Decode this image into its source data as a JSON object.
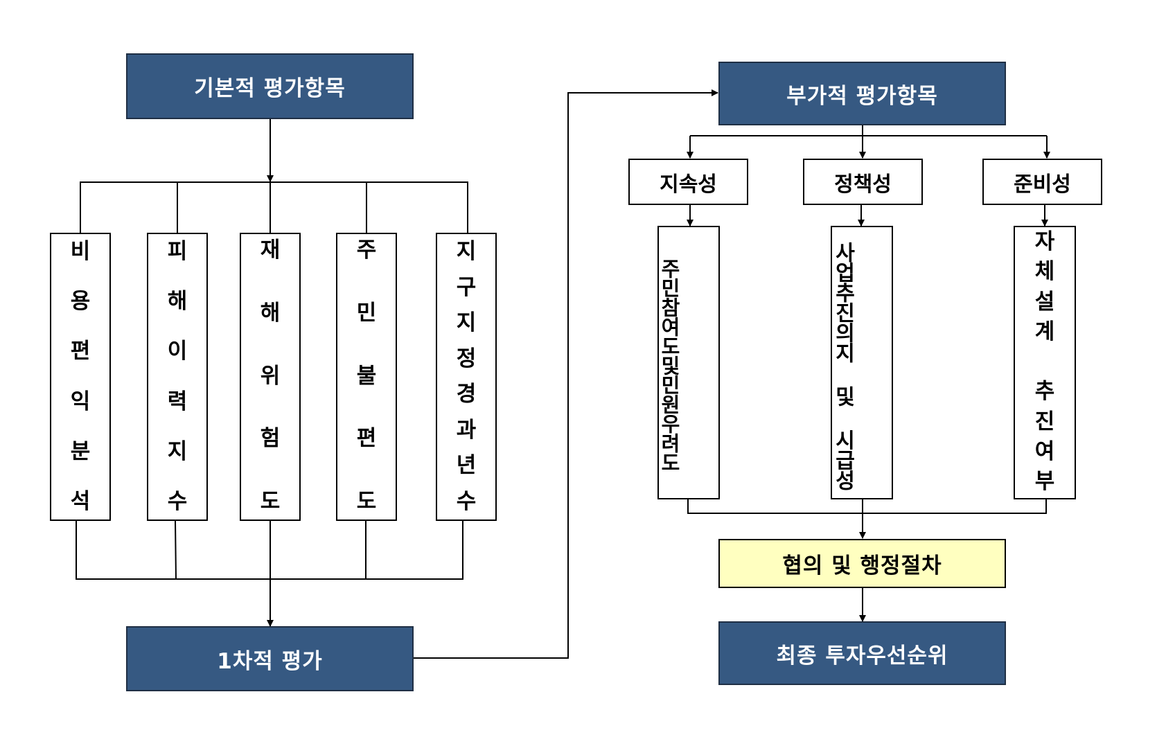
{
  "top_left": {
    "title": "기본적 평가항목"
  },
  "basic_items": [
    {
      "label": "비용편익분석"
    },
    {
      "label": "피해이력지수"
    },
    {
      "label": "재해위험도"
    },
    {
      "label": "주민불편도"
    },
    {
      "label": "지구지정경과년수"
    }
  ],
  "first_eval": {
    "title": "1차적 평가"
  },
  "top_right": {
    "title": "부가적 평가항목"
  },
  "criteria": [
    {
      "label": "지속성",
      "detail": "주민참여도및민원우려도"
    },
    {
      "label": "정책성",
      "detail": "사업추진의지 및 시급성"
    },
    {
      "label": "준비성",
      "detail": "자체설계 추진여부"
    }
  ],
  "consultation": {
    "title": "협의 및 행정절차"
  },
  "final": {
    "title": "최종 투자우선순위"
  },
  "colors": {
    "dark_box": "#365982",
    "highlight_box": "#ffffc0",
    "line": "#000000"
  }
}
